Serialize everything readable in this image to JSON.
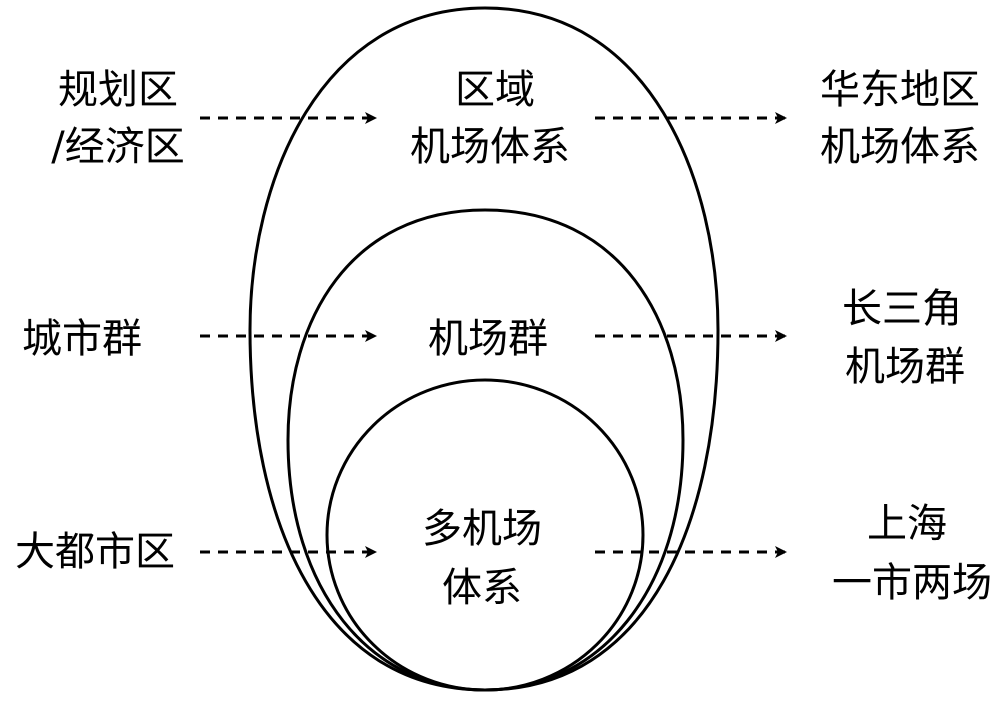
{
  "left": {
    "top": {
      "line1": "规划区",
      "line2": "/经济区"
    },
    "middle": {
      "line1": "城市群"
    },
    "bottom": {
      "line1": "大都市区"
    }
  },
  "center": {
    "outer": {
      "line1": "区域",
      "line2": "机场体系"
    },
    "middle": {
      "line1": "机场群"
    },
    "inner": {
      "line1": "多机场",
      "line2": "体系"
    }
  },
  "right": {
    "top": {
      "line1": "华东地区",
      "line2": "机场体系"
    },
    "middle": {
      "line1": "长三角",
      "line2": "机场群"
    },
    "bottom": {
      "line1": "上海",
      "line2": "一市两场"
    }
  },
  "colors": {
    "stroke": "#000000",
    "background": "#ffffff"
  }
}
